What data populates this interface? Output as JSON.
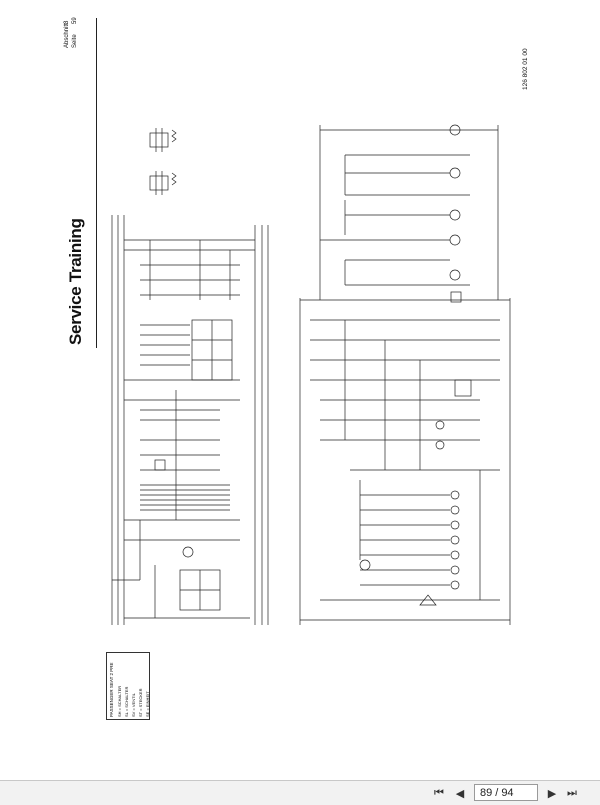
{
  "document": {
    "title": "Service Training",
    "section_label": "Abschnitt",
    "section_value": "8",
    "page_label": "Seite",
    "page_value": "59",
    "doc_number": "126 802 01 00"
  },
  "legend": {
    "heading": "PASSENGER SEAT 2 PRE",
    "rows": [
      "SH = SCHALTER",
      "SL = SCHALTER",
      "SV = VENTIL",
      "ST = STECKER",
      "SE = EINHEIT"
    ]
  },
  "viewer": {
    "current_page": "89",
    "separator": "/",
    "total_pages": "94",
    "first_icon": "first-page-icon",
    "prev_icon": "previous-page-icon",
    "next_icon": "next-page-icon",
    "last_icon": "last-page-icon"
  }
}
